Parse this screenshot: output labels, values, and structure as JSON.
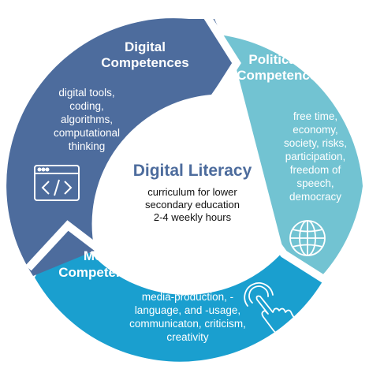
{
  "center": {
    "title": "Digital Literacy",
    "subtitle_lines": [
      "curriculum for lower",
      "secondary education",
      "2-4 weekly hours"
    ]
  },
  "segments": [
    {
      "id": "digital",
      "heading_lines": [
        "Digital",
        "Competences"
      ],
      "body_lines": [
        "digital tools,",
        "coding,",
        "algorithms,",
        "computational",
        "thinking"
      ],
      "color": "#4d6c9d",
      "icon": "code-window-icon"
    },
    {
      "id": "political",
      "heading_lines": [
        "Political",
        "Competences"
      ],
      "body_lines": [
        "free time,",
        "economy,",
        "society, risks,",
        "participation,",
        "freedom of",
        "speech,",
        "democracy"
      ],
      "color": "#72c3d2",
      "icon": "globe-icon"
    },
    {
      "id": "media",
      "heading_lines": [
        "Media",
        "Competences"
      ],
      "body_lines": [
        "media-production, -",
        "language, and -usage,",
        "communicaton, criticism,",
        "creativity"
      ],
      "color": "#1a9fcf",
      "icon": "touch-hand-icon"
    }
  ]
}
